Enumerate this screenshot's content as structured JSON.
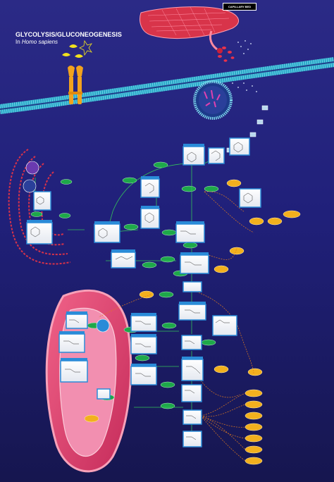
{
  "title": "GLYCOLYSIS/GLUCONEOGENESIS",
  "subtitle_prefix": "In",
  "subtitle_species": "Homo sapiens",
  "capillary_label": "CAPILLARY BED",
  "colors": {
    "background": "#20207a",
    "membrane": "#2aa8c8",
    "enzyme_green": "#1ea84a",
    "box_blue": "#2a8bd8",
    "orange_metabolite": "#f2b01e",
    "mitochondrion": "#e0426e",
    "er_red": "#d8324a"
  },
  "icons": [
    "capillary-vessel-icon",
    "red-blood-cell-icon",
    "glucose-transporter-icon",
    "endosome-vesicle-icon",
    "mitochondrion-icon",
    "endoplasmic-reticulum-icon"
  ]
}
